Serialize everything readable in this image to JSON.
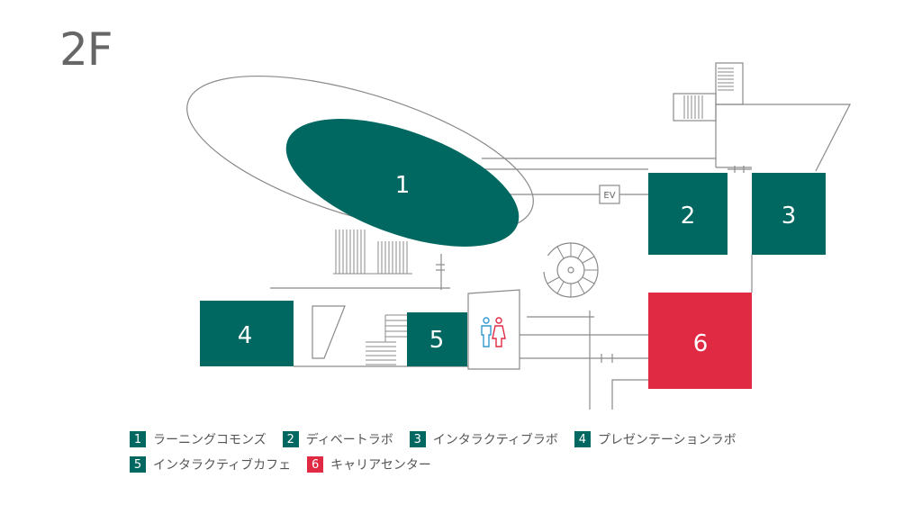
{
  "floor": "2F",
  "colors": {
    "green": "#006860",
    "red": "#e02a44",
    "line": "#8a8a8a",
    "text": "#555555"
  },
  "rooms": [
    {
      "id": "1",
      "color": "green"
    },
    {
      "id": "2",
      "color": "green"
    },
    {
      "id": "3",
      "color": "green"
    },
    {
      "id": "4",
      "color": "green"
    },
    {
      "id": "5",
      "color": "green"
    },
    {
      "id": "6",
      "color": "red"
    }
  ],
  "ev_label": "EV",
  "restroom_icon": "restroom-icon",
  "legend": [
    [
      {
        "num": "1",
        "name": "ラーニングコモンズ",
        "color": "green"
      },
      {
        "num": "2",
        "name": "ディベートラボ",
        "color": "green"
      },
      {
        "num": "3",
        "name": "インタラクティブラボ",
        "color": "green"
      },
      {
        "num": "4",
        "name": "プレゼンテーションラボ",
        "color": "green"
      }
    ],
    [
      {
        "num": "5",
        "name": "インタラクティブカフェ",
        "color": "green"
      },
      {
        "num": "6",
        "name": "キャリアセンター",
        "color": "red"
      }
    ]
  ]
}
